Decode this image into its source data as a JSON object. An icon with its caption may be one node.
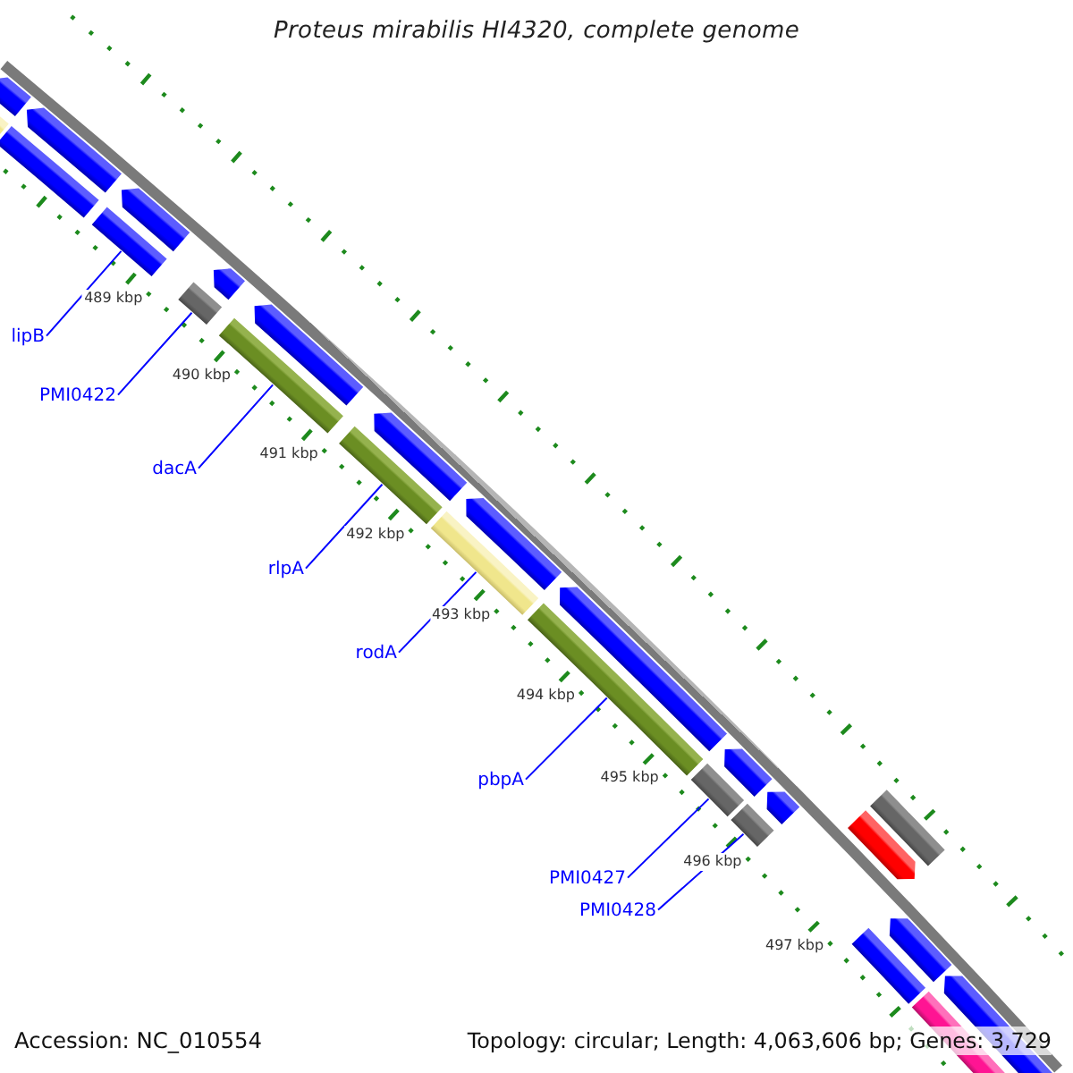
{
  "diagram": {
    "title": "Proteus mirabilis HI4320, complete genome",
    "nodes": [
      {
        "text": [
          "lipB"
        ]
      },
      {
        "text": [
          "PMI0422"
        ]
      },
      {
        "text": [
          "dacA"
        ]
      },
      {
        "text": [
          "rlpA"
        ]
      },
      {
        "text": [
          "rodA"
        ]
      },
      {
        "text": [
          "pbpA"
        ]
      },
      {
        "text": [
          "PMI0427"
        ]
      },
      {
        "text": [
          "PMI0428"
        ]
      },
      {
        "text": [],
        "shape": "arrow"
      },
      {
        "text": [],
        "shape": "bar"
      },
      {
        "text": [],
        "shape": "arrow"
      },
      {
        "text": [],
        "shape": "bar"
      },
      {
        "text": [],
        "shape": "arrow"
      },
      {
        "text": [],
        "shape": "bar"
      },
      {
        "text": [],
        "shape": "arrow"
      },
      {
        "text": [],
        "shape": "bar"
      },
      {
        "text": [],
        "shape": "arrow"
      },
      {
        "text": [],
        "shape": "bar"
      },
      {
        "text": [],
        "shape": "arrow"
      },
      {
        "text": [],
        "shape": "bar"
      },
      {
        "text": [],
        "shape": "arrow"
      },
      {
        "text": [],
        "shape": "bar"
      },
      {
        "text": [],
        "shape": "arrow"
      },
      {
        "text": [],
        "shape": "bar"
      },
      {
        "text": [],
        "shape": "arrow"
      },
      {
        "text": [],
        "shape": "bar"
      },
      {
        "text": [],
        "shape": "arrow"
      },
      {
        "text": [],
        "shape": "bar"
      },
      {
        "text": [],
        "shape": "bar"
      },
      {
        "text": [],
        "shape": "arrow"
      },
      {
        "text": [],
        "shape": "arrow"
      },
      {
        "text": [],
        "shape": "bar"
      },
      {
        "text": [],
        "shape": "arrow"
      },
      {
        "text": [],
        "shape": "bar"
      }
    ],
    "edges": [
      {
        "from": 0,
        "to": 13,
        "arrow": "none"
      },
      {
        "from": 1,
        "to": 15,
        "arrow": "none"
      },
      {
        "from": 2,
        "to": 17,
        "arrow": "none"
      },
      {
        "from": 3,
        "to": 19,
        "arrow": "none"
      },
      {
        "from": 4,
        "to": 21,
        "arrow": "none"
      },
      {
        "from": 5,
        "to": 23,
        "arrow": "none"
      },
      {
        "from": 6,
        "to": 25,
        "arrow": "none"
      },
      {
        "from": 7,
        "to": 27,
        "arrow": "none"
      }
    ],
    "labels": [
      "489 kbp",
      "490 kbp",
      "491 kbp",
      "492 kbp",
      "493 kbp",
      "494 kbp",
      "495 kbp",
      "496 kbp",
      "497 kbp",
      "Accession: NC_010554",
      "Topology: circular; Length: 4,063,606 bp; Genes: 3,729"
    ]
  }
}
